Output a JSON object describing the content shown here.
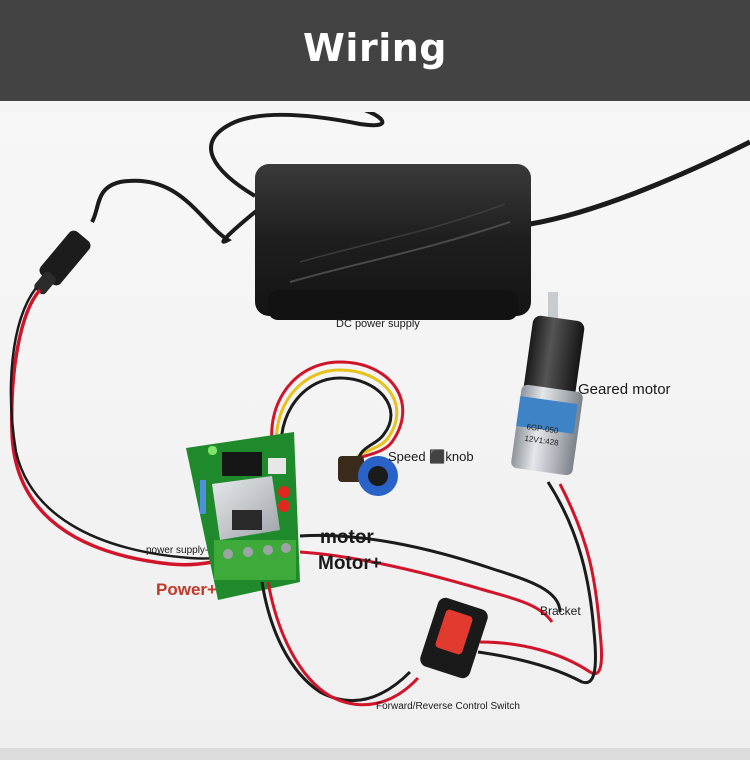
{
  "header": {
    "title": "Wiring"
  },
  "labels": {
    "dc_power_supply": "DC power supply",
    "geared_motor": "Geared motor",
    "speed_knob": "Speed ⬛knob",
    "motor_minus": "motor",
    "motor_plus": "Motor+",
    "power_supply_minus": "power supply-",
    "power_plus": "Power+",
    "bracket": "Bracket",
    "switch": "Forward/Reverse Control Switch"
  },
  "motor_body": {
    "model": "6GP-050",
    "spec": "12V1:428"
  },
  "colors": {
    "header_bg": "#434343",
    "photo_bg": "#f6f6f6",
    "wire_red": "#d0142a",
    "wire_black": "#1b1b1b",
    "pcb_green": "#1f8a2c",
    "terminal_green": "#3daa3a",
    "motor_silver": "#b9bec4",
    "motor_label_blue": "#3e83c6",
    "knob_blue": "#2a63c7"
  }
}
